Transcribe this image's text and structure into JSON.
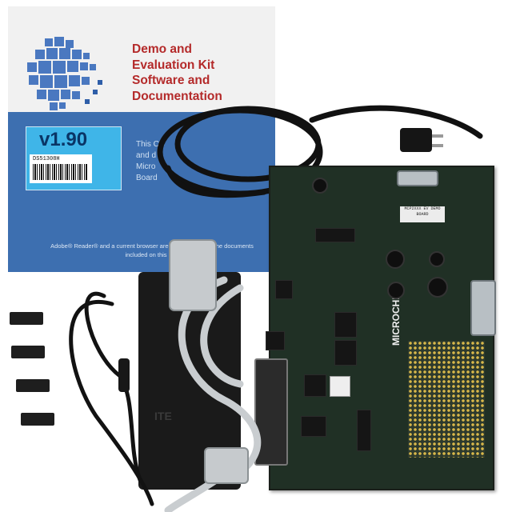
{
  "sleeve": {
    "title": "Demo and\nEvaluation Kit\nSoftware and\nDocumentation",
    "version": "v1.90",
    "barcode_number": "DS51308H",
    "body_text": "This CD\nand d\nMicro\nBoard",
    "footnote": "Adobe® Reader® and a current browser are required to view the documents included on this CD."
  },
  "board": {
    "brand": "MICROCHIP",
    "label": "MCP2XXX EV\nDEMO BOARD"
  },
  "adapter": {
    "text": "ITE"
  },
  "colors": {
    "sleeve_blue": "#3d6fb0",
    "sleeve_red_text": "#b42a2a",
    "pcb_green": "#203025",
    "sticker_blue": "#3fb5e8"
  }
}
